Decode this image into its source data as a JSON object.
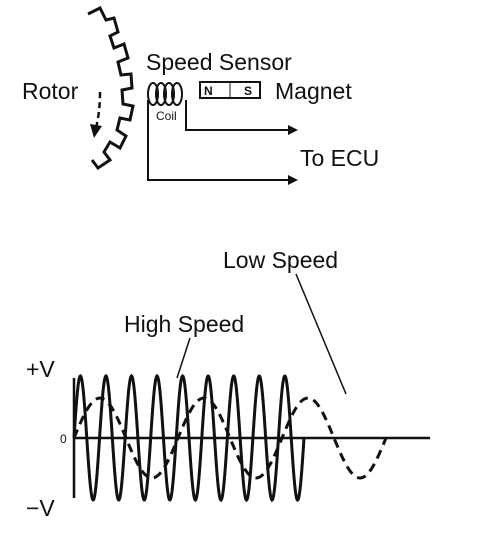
{
  "sensor_diagram": {
    "rotor_label": "Rotor",
    "sensor_label": "Speed Sensor",
    "coil_label": "Coil",
    "magnet_label": "Magnet",
    "magnet_north": "N",
    "magnet_south": "S",
    "output_label": "To ECU"
  },
  "waveform": {
    "y_max_label": "+V",
    "y_zero_label": "0",
    "y_min_label": "−V",
    "high_speed_label": "High Speed",
    "low_speed_label": "Low Speed"
  },
  "colors": {
    "ink": "#111111",
    "background": "#ffffff"
  }
}
